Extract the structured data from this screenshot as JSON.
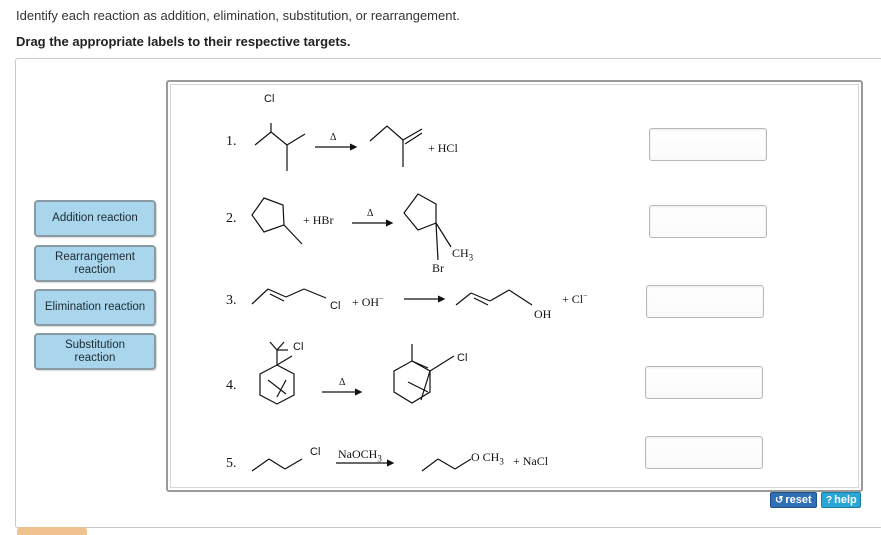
{
  "instructions": {
    "line1": "Identify each reaction as addition, elimination, substitution, or rearrangement.",
    "line2": "Drag the appropriate labels to their respective targets."
  },
  "labels": [
    {
      "text": "Addition reaction"
    },
    {
      "text": "Rearrangement reaction"
    },
    {
      "text": "Elimination reaction"
    },
    {
      "text": "Substitution reaction"
    }
  ],
  "reactions": {
    "r1": {
      "num": "1.",
      "cl": "Cl",
      "delta": "Δ",
      "plus_product": "+  HCl"
    },
    "r2": {
      "num": "2.",
      "reagent": "+  HBr",
      "delta": "Δ",
      "ch3": "CH",
      "ch3_sub": "3",
      "br": "Br"
    },
    "r3": {
      "num": "3.",
      "cl": "Cl",
      "reagent": "+  OH",
      "reagent_sup": "−",
      "oh": "OH",
      "byproduct": "+  Cl",
      "byproduct_sup": "−"
    },
    "r4": {
      "num": "4.",
      "cl_left": "Cl",
      "delta": "Δ",
      "cl_right": "Cl"
    },
    "r5": {
      "num": "5.",
      "cl": "Cl",
      "reagent": "NaOCH",
      "reagent_sub": "3",
      "och": "O CH",
      "och_sub": "3",
      "byproduct": "+  NaCl"
    }
  },
  "buttons": {
    "reset": "reset",
    "help": "help"
  },
  "icons": {
    "reset": "refresh-icon",
    "help": "question-icon"
  }
}
